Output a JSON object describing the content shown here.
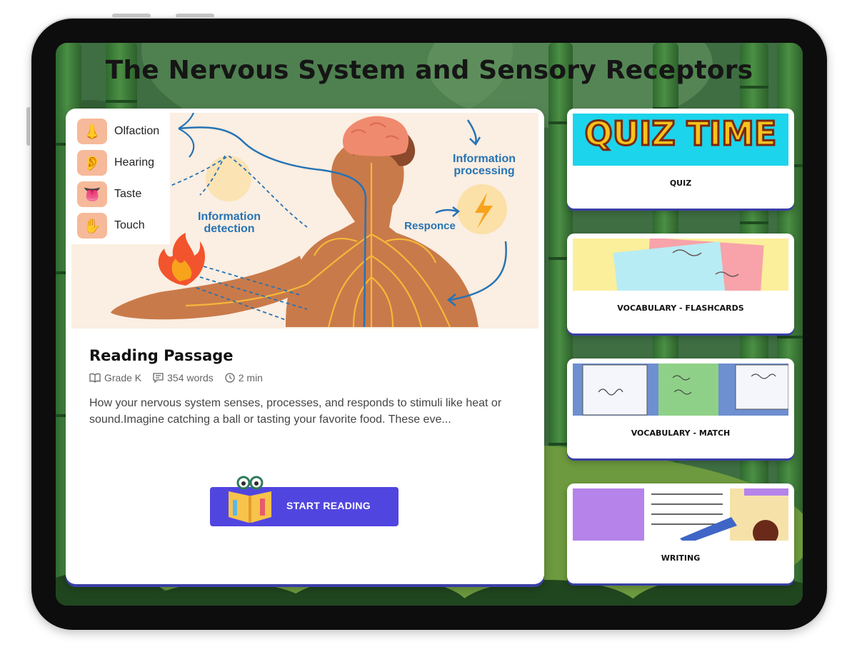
{
  "page": {
    "title": "The Nervous System and Sensory Receptors"
  },
  "hero": {
    "senses": [
      "Olfaction",
      "Hearing",
      "Taste",
      "Touch"
    ],
    "labels": {
      "processing": "Information processing",
      "detection": "Information detection",
      "response": "Responce"
    }
  },
  "passage": {
    "title": "Reading Passage",
    "grade": "Grade K",
    "words": "354 words",
    "time": "2 min",
    "description": "How your nervous system senses, processes, and responds to stimuli like heat or sound.Imagine catching a ball or tasting your favorite food. These eve...",
    "button_label": "START READING"
  },
  "activities": [
    {
      "label": "QUIZ",
      "image_text": "QUIZ TIME"
    },
    {
      "label": "VOCABULARY - FLASHCARDS"
    },
    {
      "label": "VOCABULARY - MATCH"
    },
    {
      "label": "WRITING"
    }
  ],
  "colors": {
    "accent": "#5145e0",
    "card_shadow": "#3a3fa5",
    "info_blue": "#2673b4",
    "skin": "#c97a4a",
    "nerve": "#f5b83a"
  }
}
